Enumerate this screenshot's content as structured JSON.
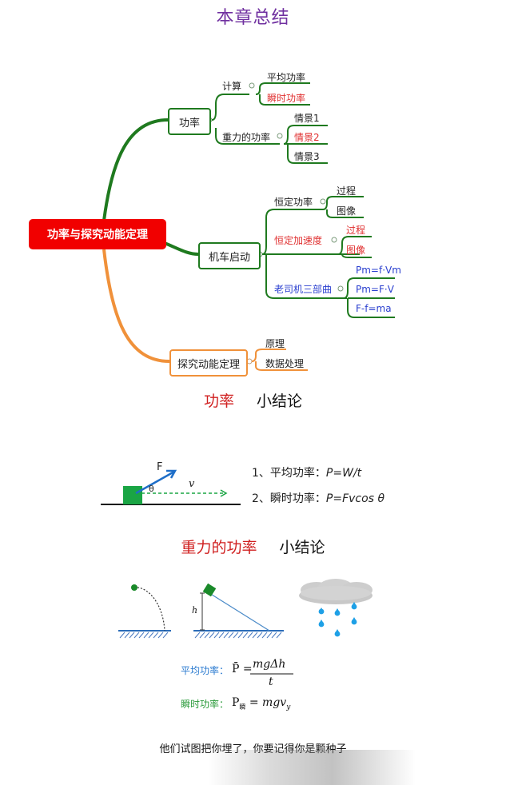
{
  "page_title": "本章总结",
  "mindmap": {
    "root": "功率与探究动能定理",
    "branches": [
      {
        "label": "功率",
        "children": [
          {
            "label": "计算",
            "leaves": [
              {
                "label": "平均功率",
                "color": "#222222"
              },
              {
                "label": "瞬时功率",
                "color": "#e03030"
              }
            ]
          },
          {
            "label": "重力的功率",
            "leaves": [
              {
                "label": "情景1",
                "color": "#222222"
              },
              {
                "label": "情景2",
                "color": "#e03030"
              },
              {
                "label": "情景3",
                "color": "#222222"
              }
            ]
          }
        ]
      },
      {
        "label": "机车启动",
        "children": [
          {
            "label": "恒定功率",
            "color": "#222222",
            "leaves": [
              {
                "label": "过程",
                "color": "#222222"
              },
              {
                "label": "图像",
                "color": "#222222"
              }
            ]
          },
          {
            "label": "恒定加速度",
            "color": "#e03030",
            "leaves": [
              {
                "label": "过程",
                "color": "#e03030"
              },
              {
                "label": "图像",
                "color": "#e03030"
              }
            ]
          },
          {
            "label": "老司机三部曲",
            "color": "#2a3fcf",
            "leaves": [
              {
                "label": "Pm=f·Vm",
                "color": "#2a3fcf"
              },
              {
                "label": "Pm=F·V",
                "color": "#2a3fcf"
              },
              {
                "label": "F-f=ma",
                "color": "#2a3fcf"
              }
            ]
          }
        ]
      },
      {
        "label": "探究动能定理",
        "leaves": [
          {
            "label": "原理"
          },
          {
            "label": "数据处理"
          }
        ]
      }
    ],
    "colors": {
      "green": "#1f7a1f",
      "orange": "#f0913a",
      "root": "#f10000"
    }
  },
  "power_section": {
    "title_red": "功率",
    "title_black": "小结论",
    "diagram": {
      "force_label": "F",
      "angle_label": "θ",
      "velocity_label": "v"
    },
    "formula1": {
      "prefix": "1、平均功率：",
      "expr": "P=W/t"
    },
    "formula2": {
      "prefix": "2、瞬时功率：",
      "expr": "P=Fvcos θ"
    }
  },
  "gravity_section": {
    "title_red": "重力的功率",
    "title_black": "小结论",
    "height_label": "h",
    "avg_label": "平均功率：",
    "avg_lhs": "P̄ =",
    "avg_num": "mgΔh",
    "avg_den": "t",
    "inst_label": "瞬时功率：",
    "inst_lhs": "P",
    "inst_sub": "瞬",
    "inst_rhs": "= mgv",
    "inst_rhs_sub": "y"
  },
  "footer_text": "他们试图把你埋了，你要记得你是颗种子"
}
